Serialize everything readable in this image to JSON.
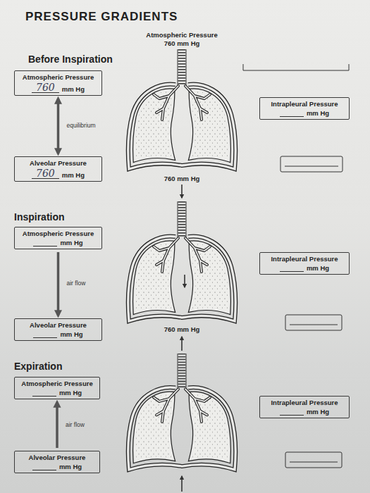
{
  "diagram": {
    "title": "PRESSURE GRADIENTS",
    "nodes": [
      {
        "text": [
          "Atmospheric Pressure",
          "760",
          "mm Hg"
        ]
      },
      {
        "text": [
          "Intrapleural Pressure",
          "mm Hg"
        ]
      },
      {
        "text": [
          "Alveolar Pressure",
          "760",
          "mm Hg"
        ]
      },
      {
        "text": [
          "Atmospheric Pressure",
          "mm Hg"
        ]
      },
      {
        "text": [
          "Intrapleural Pressure",
          "mm Hg"
        ]
      },
      {
        "text": [
          "Alveolar Pressure",
          "mm Hg"
        ]
      },
      {
        "text": [
          "Atmospheric Pressure",
          "mm Hg"
        ]
      },
      {
        "text": [
          "Intrapleural Pressure",
          "mm Hg"
        ]
      },
      {
        "text": [
          "Alveolar Pressure",
          "mm Hg"
        ]
      }
    ],
    "edges": [
      {
        "from": 0,
        "to": 2,
        "arrow": "both",
        "label": "equilibrium"
      },
      {
        "from": 3,
        "to": 5,
        "arrow": "to",
        "label": "air flow"
      },
      {
        "from": 8,
        "to": 6,
        "arrow": "to",
        "label": "air flow"
      }
    ],
    "labels": [
      "Atmospheric Pressure",
      "760 mm Hg",
      "Before Inspiration",
      "760 mm Hg",
      "Inspiration",
      "760 mm Hg",
      "Expiration"
    ]
  }
}
